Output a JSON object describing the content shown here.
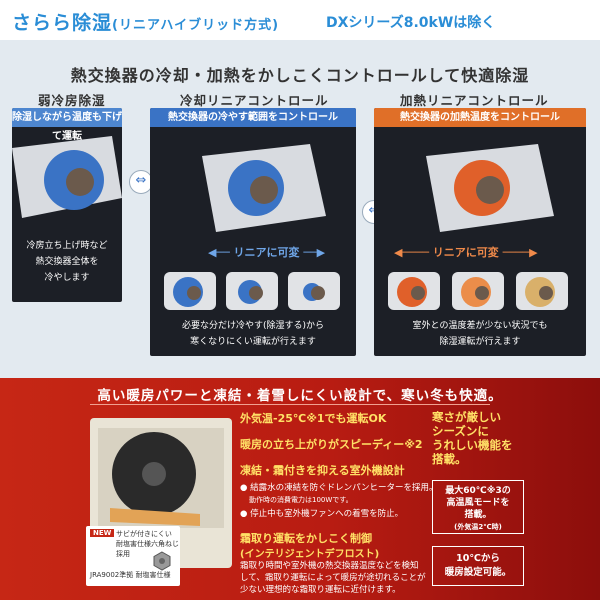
{
  "header": {
    "title": "さらら除湿",
    "subtitle": "(リニアハイブリッド方式)",
    "note": "DXシリーズ8.0kWは除く"
  },
  "headline": "熱交換器の冷却・加熱をかしこくコントロールして快適除湿",
  "panels": [
    {
      "title": "弱冷房除湿",
      "band": "除湿しながら温度も下げて運転",
      "text": [
        "冷房立ち上げ時など",
        "熱交換器全体を",
        "冷やします"
      ]
    },
    {
      "title": "冷却リニアコントロール",
      "band": "熱交換器の冷やす範囲をコントロール",
      "linear": "リニアに可変",
      "text": [
        "必要な分だけ冷やす(除湿する)から",
        "寒くなりにくい運転が行えます"
      ]
    },
    {
      "title": "加熱リニアコントロール",
      "band": "熱交換器の加熱温度をコントロール",
      "linear": "リニアに可変",
      "text": [
        "室外との温度差が少ない状況でも",
        "除湿運転が行えます"
      ]
    }
  ],
  "bottom": {
    "headline": "高い暖房パワーと凍結・着雪しにくい設計で、寒い冬も快適。",
    "f1": "外気温-25℃※1でも運転OK",
    "f2": "暖房の立ち上がりがスピーディー※2",
    "f3": "凍結・霜付きを抑える室外機設計",
    "f3a": "● 結露水の凍結を防ぐドレンパンヒーターを採用。",
    "f3b": "動作時の消費電力は100Wです。",
    "f3c": "● 停止中も室外機ファンへの着雪を防止。",
    "f4": "霜取り運転をかしこく制御",
    "f4s": "(インテリジェントデフロスト)",
    "f4t": [
      "霜取り時間や室外機の熱交換器温度などを検知",
      "して、霜取り運転によって暖房が途切れることが",
      "少ない理想的な霜取り運転に近付けます。"
    ],
    "right1": [
      "寒さが厳しい",
      "シーズンに",
      "うれしい機能を",
      "搭載。"
    ],
    "right2": [
      "最大60℃※3の",
      "高温風モードを",
      "搭載。",
      "(外気温2℃時)"
    ],
    "right3": [
      "10℃から",
      "暖房設定可能。"
    ],
    "new": "NEW",
    "newtext": [
      "サビが付きにくい",
      "耐塩害仕様六角ねじ採用"
    ],
    "jra": "JRA9002準拠 耐塩害仕様"
  },
  "colors": {
    "blue": "#2a8dd6",
    "band_blue": "#3a73c5",
    "orange": "#e06f28",
    "red": "#c62715",
    "yellow": "#ffe066"
  }
}
